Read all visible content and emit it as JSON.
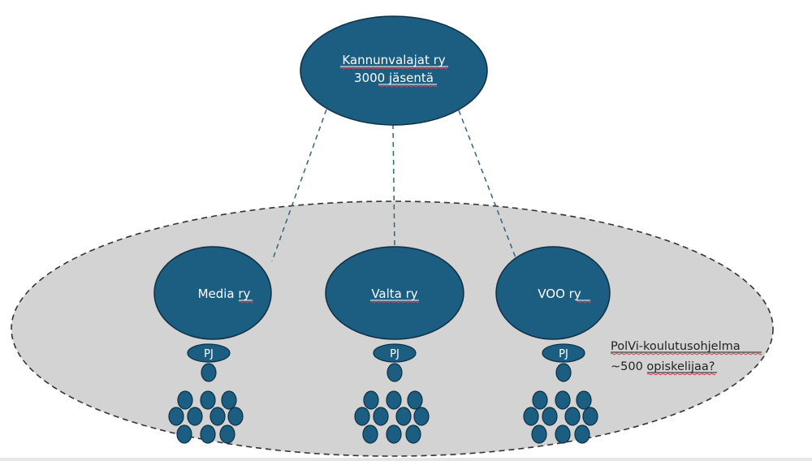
{
  "colors": {
    "node_fill": "#1b5e82",
    "node_stroke": "#0e2f44",
    "group_fill": "#d3d3d3",
    "group_stroke": "#333333",
    "connector": "#2f6480",
    "spellcheck": "#d9414f"
  },
  "top_node": {
    "line1": "Kannunvalajat ry",
    "line2": "3000 jäsentä"
  },
  "group": {
    "label_line1": "PolVi-koulutusohjelma",
    "label_line2": "~500 opiskelijaa?"
  },
  "member_orgs": [
    {
      "name": "Media ry",
      "chair_label": "PJ",
      "member_count": 11
    },
    {
      "name": "Valta ry",
      "chair_label": "PJ",
      "member_count": 11
    },
    {
      "name": "VOO ry",
      "chair_label": "PJ",
      "member_count": 11
    }
  ]
}
